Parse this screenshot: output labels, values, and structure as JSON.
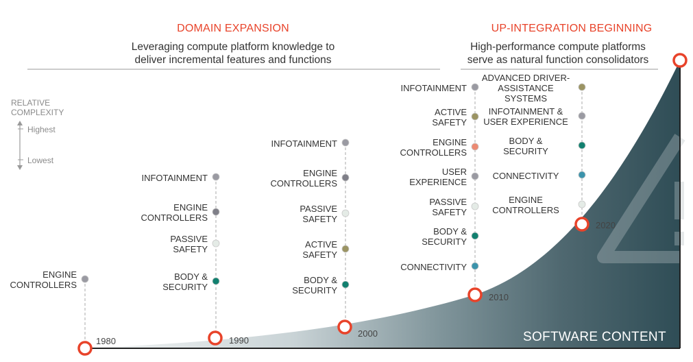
{
  "headers": {
    "left": {
      "title": "DOMAIN EXPANSION",
      "subtitle_line1": "Leveraging compute platform knowledge to",
      "subtitle_line2": "deliver incremental features and functions"
    },
    "right": {
      "title": "UP-INTEGRATION BEGINNING",
      "subtitle_line1": "High-performance compute platforms",
      "subtitle_line2": "serve as natural function consolidators"
    }
  },
  "legend": {
    "title_line1": "RELATIVE",
    "title_line2": "COMPLEXITY",
    "highest": "Highest",
    "lowest": "Lowest"
  },
  "area_label": "SOFTWARE CONTENT",
  "colors": {
    "accent": "#e8432a",
    "curve_dark": "#2f4d56",
    "curve_light": "#eef2f3",
    "gray": "#9a9aa2",
    "olive": "#9b9463",
    "salmon": "#ec8a73",
    "teal": "#11806f",
    "light": "#e4ebe6",
    "blue": "#3b93ab"
  },
  "milestones": [
    {
      "year": "1980",
      "items": [
        {
          "l1": "ENGINE",
          "l2": "CONTROLLERS",
          "color": "#9a9aa2"
        }
      ]
    },
    {
      "year": "1990",
      "items": [
        {
          "l1": "INFOTAINMENT",
          "l2": "",
          "color": "#9a9aa2"
        },
        {
          "l1": "ENGINE",
          "l2": "CONTROLLERS",
          "color": "#7f7f88"
        },
        {
          "l1": "PASSIVE",
          "l2": "SAFETY",
          "color": "#e4ebe6"
        },
        {
          "l1": "BODY &",
          "l2": "SECURITY",
          "color": "#11806f"
        }
      ]
    },
    {
      "year": "2000",
      "items": [
        {
          "l1": "INFOTAINMENT",
          "l2": "",
          "color": "#9a9aa2"
        },
        {
          "l1": "ENGINE",
          "l2": "CONTROLLERS",
          "color": "#7f7f88"
        },
        {
          "l1": "PASSIVE",
          "l2": "SAFETY",
          "color": "#e4ebe6"
        },
        {
          "l1": "ACTIVE",
          "l2": "SAFETY",
          "color": "#9b9463"
        },
        {
          "l1": "BODY &",
          "l2": "SECURITY",
          "color": "#11806f"
        }
      ]
    },
    {
      "year": "2010",
      "items": [
        {
          "l1": "INFOTAINMENT",
          "l2": "",
          "color": "#9a9aa2"
        },
        {
          "l1": "ACTIVE",
          "l2": "SAFETY",
          "color": "#9b9463"
        },
        {
          "l1": "ENGINE",
          "l2": "CONTROLLERS",
          "color": "#ec8a73"
        },
        {
          "l1": "USER",
          "l2": "EXPERIENCE",
          "color": "#9a9aa2"
        },
        {
          "l1": "PASSIVE",
          "l2": "SAFETY",
          "color": "#e4ebe6"
        },
        {
          "l1": "BODY &",
          "l2": "SECURITY",
          "color": "#11806f"
        },
        {
          "l1": "CONNECTIVITY",
          "l2": "",
          "color": "#3b93ab"
        }
      ]
    },
    {
      "year": "2020",
      "items": [
        {
          "l1": "ADVANCED DRIVER-",
          "l2": "ASSISTANCE",
          "l3": "SYSTEMS",
          "color": "#9b9463"
        },
        {
          "l1": "INFOTAINMENT &",
          "l2": "USER EXPERIENCE",
          "color": "#9a9aa2"
        },
        {
          "l1": "BODY &",
          "l2": "SECURITY",
          "color": "#11806f"
        },
        {
          "l1": "CONNECTIVITY",
          "l2": "",
          "color": "#3b93ab"
        },
        {
          "l1": "ENGINE",
          "l2": "CONTROLLERS",
          "color": "#e4ebe6"
        }
      ]
    }
  ]
}
